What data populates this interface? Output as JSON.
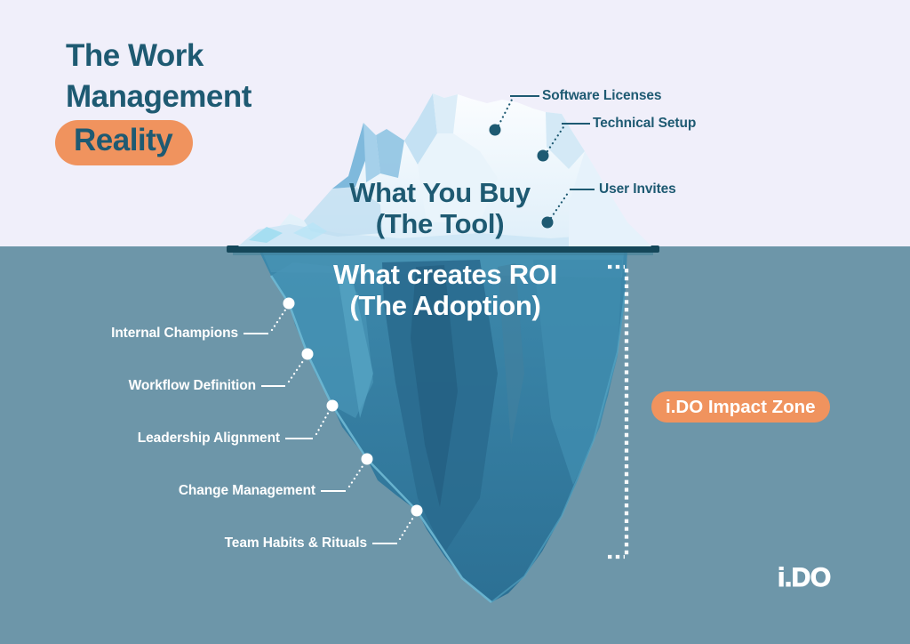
{
  "title": {
    "line1": "The Work",
    "line2": "Management",
    "highlight": "Reality"
  },
  "surface": {
    "heading_line1": "What You Buy",
    "heading_line2": "(The Tool)",
    "callouts": [
      {
        "text": "Software Licenses"
      },
      {
        "text": "Technical Setup"
      },
      {
        "text": "User Invites"
      }
    ]
  },
  "underwater": {
    "heading_line1": "What creates ROI",
    "heading_line2": "(The Adoption)",
    "callouts": [
      {
        "text": "Internal Champions"
      },
      {
        "text": "Workflow Definition"
      },
      {
        "text": "Leadership Alignment"
      },
      {
        "text": "Change Management"
      },
      {
        "text": "Team Habits & Rituals"
      }
    ]
  },
  "impact_zone": {
    "label": "i.DO Impact Zone"
  },
  "brand": {
    "logo": "i.DO"
  },
  "icons": {
    "marker_above": "dot-marker-teal",
    "marker_below": "dot-marker-white",
    "bracket": "dotted-bracket"
  },
  "colors": {
    "sky": "#F0EFFA",
    "water": "#6D96A9",
    "ink": "#1E5A72",
    "accent_orange": "#F0935E",
    "callout_light": "#FFFFFF",
    "iceberg_above": "#F3FAFE",
    "iceberg_below": "#30789C",
    "waterline_band": "#15475A"
  }
}
